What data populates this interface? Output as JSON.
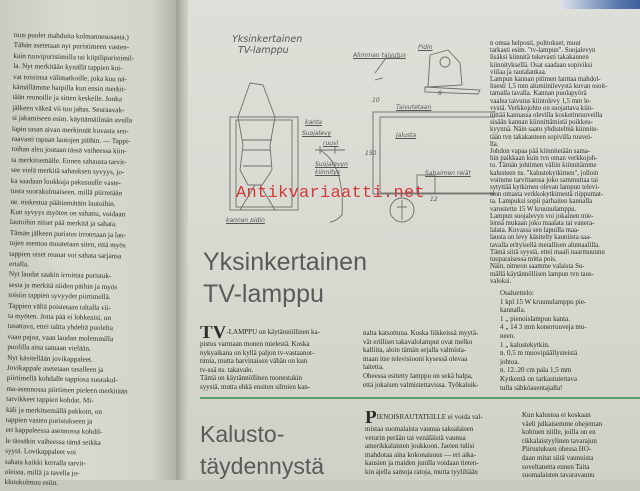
{
  "left_column": [
    "tuus puolet mahduita kolmannesosasta.)",
    "Tähän asetetaan nyt puristimeen vasten-",
    "kain ruuvipuristimilla tai kiipilipuristimil-",
    "la. Nyt merkitään kynällä tappien kui-",
    "vat toisiinsa välimatkoille, joka kuu nä-",
    "kämällämme harpilla kun ensin merkit-",
    "tään reunoille ja sitten keskelle. Jonka",
    "jälkeen väkeä vii tuu jahas. Seuraavak-",
    "si jakamiseen esim. käyttämäilmän avulla",
    "lapin tasan aivan merkinnät kuvasta seu-",
    "raavasti tapaan lautojen päihin. — Tappi-",
    "toihan aleu joutaan tässä vaiheessa kiin-",
    "ta merkitsemälle. Ennen sahausta tarvit-",
    "see vielä merkitä sahauksen syvyys, jo-",
    "ka saadaan loukkuja pakusuulle vaste-",
    "tusta suorakulmaiseen, millä piirretään",
    "ne. niskestua päätinmätäin lautoihin.",
    "Kun syvyys myöten on sahattu, voidaan",
    "lautoihin niiset pää merkitä ja sahata.",
    "Tämän jälkeen puristus irrotetaan ja lau-",
    "tojen asentoa muutetaan siten, että myös",
    "tappien uiset reunat voi sahata sarjansa",
    "ertalla.",
    "  Nyt laudat saakin irroittaa puristuk-",
    "sesta ja merkitä niiden päihin ja myös",
    "toisiin tappien syvyydet piirtimellä.",
    "Tappien väliä poistetaan taltalla vii-",
    "ta myöten. Jotta pää ei lohkeaisi, on",
    "tasattava, ettei taltta yhdeltä puolelta",
    "vaan pajoa, vaan laudan molemmilla",
    "puolilla aina samaan vielään.",
    "  Nyt käsitellään jovikappaleet.",
    "Jovikappale asetetaan tasalleen ja",
    "piirtimellä kohdalle tappiosa suorakul-",
    "ma-asennossa piirtimen pieleen merkitään",
    "tarvikkeet tappien kohdat. Mi-",
    "käli ja merkitsemällä pakkoin, on",
    "tappien vasten puristukseen ja",
    "ert kappaleessa asennossa kohdil-",
    "le tässäkin vaiheessa tämä seikka",
    "syytä. Lovikappaleet voi",
    "sahata kaikki kerralla tarvit-",
    "oleista, millä ja tavella jo-",
    "kkuukulmuu esiin."
  ],
  "drawing": {
    "title_line1": "Yksinkertainen",
    "title_line2": "TV-lamppu",
    "labels": {
      "kanta": "kanta",
      "suojalevy": "Suojalevy",
      "ruuvi": "ruuvi",
      "suojalevyn_kiinnitys_1": "Suojalevyn",
      "suojalevyn_kiinnitys_2": "kiinnitys",
      "kannan_pidin": "kannan pidin",
      "alimman_taivutus": "Alimman taivutus",
      "pidin": "Pidin",
      "taivutetaan": "Taivutetaan",
      "jalusta": "Jalusta",
      "sahaimen_reiat": "Sahaimen reiät",
      "dim_12": "12",
      "dim_150": "150",
      "dim_10": "10",
      "dim_8": "8"
    }
  },
  "watermark": "Antikvariaatti.net",
  "right_top_column": [
    "n omaa helposti, polttokset, muut",
    "tarkasti esim. \"tv-lampun\". Suojalevyn",
    "lisäksi kiinnitä tukevasti takakannen",
    "kiinnityksellä. Osat saadaan sopiviksi",
    "viilaa ja rautalankaa.",
    "  Lampun kannan pitimen lanttaa mahdol-",
    "lisesti 1,5 mm alumiinilevystä kuvan osoit-",
    "tamalla tavalla. Kannan puolapyörä",
    "vaalea taivutus kiintolevy 1,5 mm le-",
    "vystä. Verkkojohto on suojattava kiin-",
    "nittää kannassa olevilla kosketinruuveilla",
    "sisään kannan kiinnittämistä poikkeu-",
    "kyynnä. Näin saatu yhdistelmä kiinnite-",
    "tään tvn takakanteen sopivilla ruuvei-",
    "lla.",
    "  Johdon vapaa pää kiinnitetään sama-",
    "hin paikkaan kuin tvn oman verkkojoh-",
    "to. Tämän johtimen väliin kiinnitämme",
    "kalusteen ns. \"kalustekytkimen\", jolloin",
    "voimme tarvittaessa joko sammuttaa tai",
    "sytyttää kytkimen olevan lampun televi-",
    "sion omasta verkkokytkimestä riippumat-",
    "ta. Lampuksi sopii parhaiten kannalla",
    "varustettu 15 W kruunulamppu.",
    "  Lampun suojalevyn voi jokainen mie-",
    "lensä mukaan joko maalata tai vanera-",
    "lalata. Kuvassa sen lapuilla maa-",
    "lausta on levy käsitelty kauniista saa-",
    "tavalla erityisellä metallisen alumaalilla.",
    "Tämä siitä syystä, ettei maali naarmuunnu",
    "tuuparaisessa mitta pois.",
    "  Näin, nimeon saamme valaista Su-",
    "mällä käytännöllisen lampun tvn taus-",
    "valoksi."
  ],
  "parts_list": {
    "heading": "Osaluettelo:",
    "items": [
      "1 kpl 15  W  kruunulamppu  pie-",
      "         kannalla.",
      "1   „   pienoislampun kanta.",
      "4   „   14  3 mm konerruuveja mu-",
      "         neen.",
      "1   „   kalustekytkin.",
      "n. 0,5  m  muovipäällysteistä",
      "         johtoa.",
      "n. 12..20 cm pala 1,5 mm",
      "Kytkentä on tarkastutettava",
      "tulla sähköasentajalla!"
    ]
  },
  "article_tv": {
    "headline_1": "Yksinkertainen",
    "headline_2": "TV-lamppu",
    "dropcap": "TV",
    "col1": [
      "-LAMPPU on käytännöllinen ka-",
      "pistus varmaan monen mielestä. Koska",
      "nykyaikana on kyllä paljon tv-vastaanot-",
      "timia, mutta harvinaisen vähän on kun",
      "tv-ssä ns. takavalo.",
      "  Tämä on käytännöllinen monestakin",
      "syystä, mutta ehkä ensiten silmien kan-"
    ],
    "col2": [
      "nalta katsottuna. Koska liikkeissä myytä-",
      "vät erilliset takavalolamput ovat melko",
      "kalliita, aloin tämän sejalla valmista-",
      "maan itse televisiooni kysessä olevaa",
      "laitetta.",
      "  Oheessa esitetty lamppu on sekä halpa,",
      "että jokaisen valmistettavissa. Työkaluik-"
    ]
  },
  "article_kalusto": {
    "headline_1": "Kalusto-",
    "headline_2": "täydennystä",
    "dropcap": "P",
    "col1": [
      "IENOISRAUTATEILLE ei voida val-",
      "mistaa suomalaista vaunua saksalaisen",
      "veturin perään tai venäläistä vaunua",
      "amerikkalaisten joukkoon. Jaeien tulisi",
      "mahdotaa aina kokonaisuus — eri aika-",
      "kausien ja maiden junilla voidaan tieten-",
      "kin ajella samoja ratoja, mutta tyyliltään"
    ],
    "col2": [
      "  Kun kalustoa ei koskaan",
      "väeli julkaisemme ohejeman",
      "kohtuen niille, joilla on en",
      "rikkalaistyylinen tavarajun",
      "Piirustuksen ohessa HO-",
      "daan mitat siitä vaunuista",
      "soveltanetta ennen Taita",
      "suomalaisten tavaravaunu"
    ]
  }
}
